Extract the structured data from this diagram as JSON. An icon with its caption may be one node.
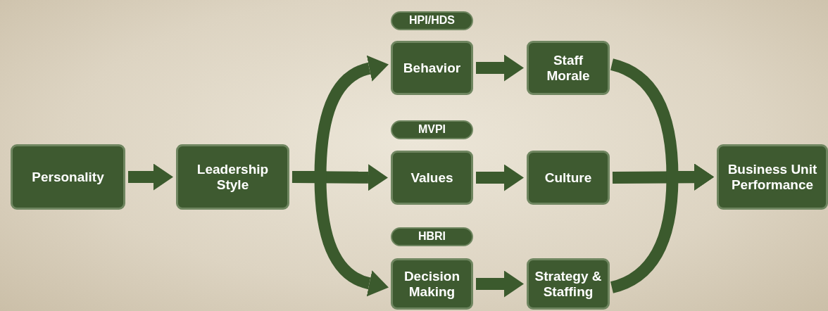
{
  "diagram": {
    "nodes": [
      {
        "text": [
          "Personality"
        ]
      },
      {
        "text": [
          "Leadership Style"
        ]
      },
      {
        "text": [
          "HPI/HDS"
        ]
      },
      {
        "text": [
          "Behavior"
        ]
      },
      {
        "text": [
          "Staff Morale"
        ]
      },
      {
        "text": [
          "MVPI"
        ]
      },
      {
        "text": [
          "Values"
        ]
      },
      {
        "text": [
          "Culture"
        ]
      },
      {
        "text": [
          "HBRI"
        ]
      },
      {
        "text": [
          "Decision Making"
        ]
      },
      {
        "text": [
          "Strategy & Staffing"
        ]
      },
      {
        "text": [
          "Business Unit Performance"
        ]
      }
    ],
    "edges": [
      {
        "from": 0,
        "to": 1,
        "arrow": "to"
      },
      {
        "from": 1,
        "to": 3,
        "arrow": "to"
      },
      {
        "from": 1,
        "to": 6,
        "arrow": "to"
      },
      {
        "from": 1,
        "to": 9,
        "arrow": "to"
      },
      {
        "from": 3,
        "to": 4,
        "arrow": "to"
      },
      {
        "from": 6,
        "to": 7,
        "arrow": "to"
      },
      {
        "from": 9,
        "to": 10,
        "arrow": "to"
      },
      {
        "from": 4,
        "to": 11,
        "arrow": "to"
      },
      {
        "from": 7,
        "to": 11,
        "arrow": "to"
      },
      {
        "from": 10,
        "to": 11,
        "arrow": "to"
      }
    ]
  }
}
